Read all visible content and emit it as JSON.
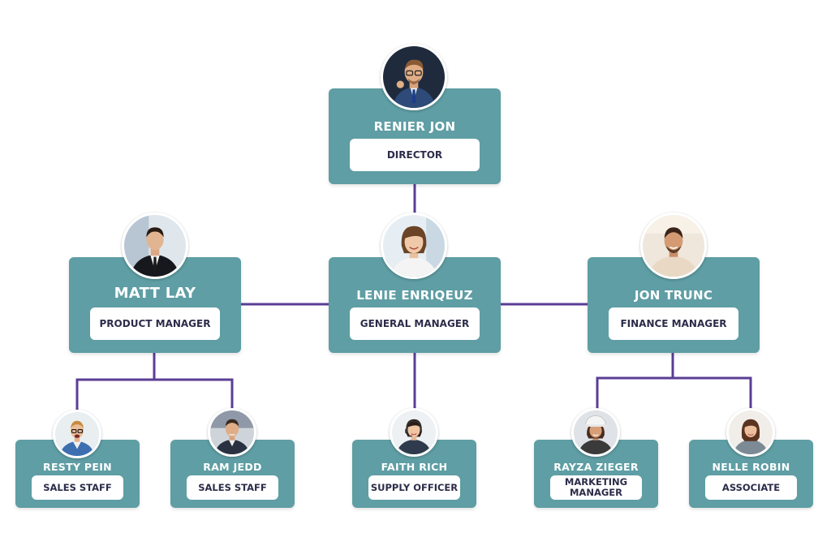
{
  "chart": {
    "people": {
      "director": {
        "name": "RENIER JON",
        "role": "DIRECTOR"
      },
      "general_manager": {
        "name": "LENIE ENRIQEUZ",
        "role": "GENERAL MANAGER"
      },
      "product_manager": {
        "name": "MATT LAY",
        "role": "PRODUCT MANAGER"
      },
      "finance_manager": {
        "name": "JON TRUNC",
        "role": "FINANCE MANAGER"
      },
      "sales_staff_1": {
        "name": "RESTY PEIN",
        "role": "SALES STAFF"
      },
      "sales_staff_2": {
        "name": "RAM JEDD",
        "role": "SALES STAFF"
      },
      "supply_officer": {
        "name": "FAITH RICH",
        "role": "SUPPLY OFFICER"
      },
      "marketing_manager": {
        "name": "RAYZA ZIEGER",
        "role_line1": "MARKETING",
        "role_line2": "MANAGER"
      },
      "associate": {
        "name": "NELLE ROBIN",
        "role": "ASSOCIATE"
      }
    },
    "colors": {
      "card": "#5e9ea4",
      "connector": "#5b3e96",
      "role_text": "#2c2c4a"
    }
  }
}
